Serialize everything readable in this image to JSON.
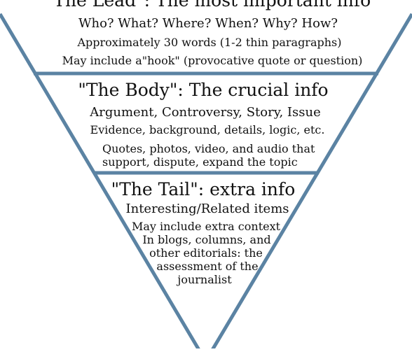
{
  "style": {
    "line_color": "#5b83a3",
    "text_color": "#111111",
    "background": "#ffffff"
  },
  "lead": {
    "title": "\"The Lead\": The most important info",
    "subtitle": "Who? What? Where? When? Why? How?",
    "lines": [
      "Approximately 30 words (1-2 thin paragraphs)",
      "May include a\"hook\" (provocative quote or question)"
    ]
  },
  "body": {
    "title": "\"The Body\": The crucial info",
    "subtitle": "Argument, Controversy, Story, Issue",
    "lines": [
      "Evidence, background, details, logic, etc.",
      "Quotes, photos, video, and audio that",
      "support, dispute, expand the topic"
    ]
  },
  "tail": {
    "title": "\"The Tail\": extra info",
    "subtitle": "Interesting/Related items",
    "lines": [
      "May include extra context",
      "In blogs, columns, and",
      "other editorials: the",
      "assessment of the",
      "journalist"
    ]
  }
}
